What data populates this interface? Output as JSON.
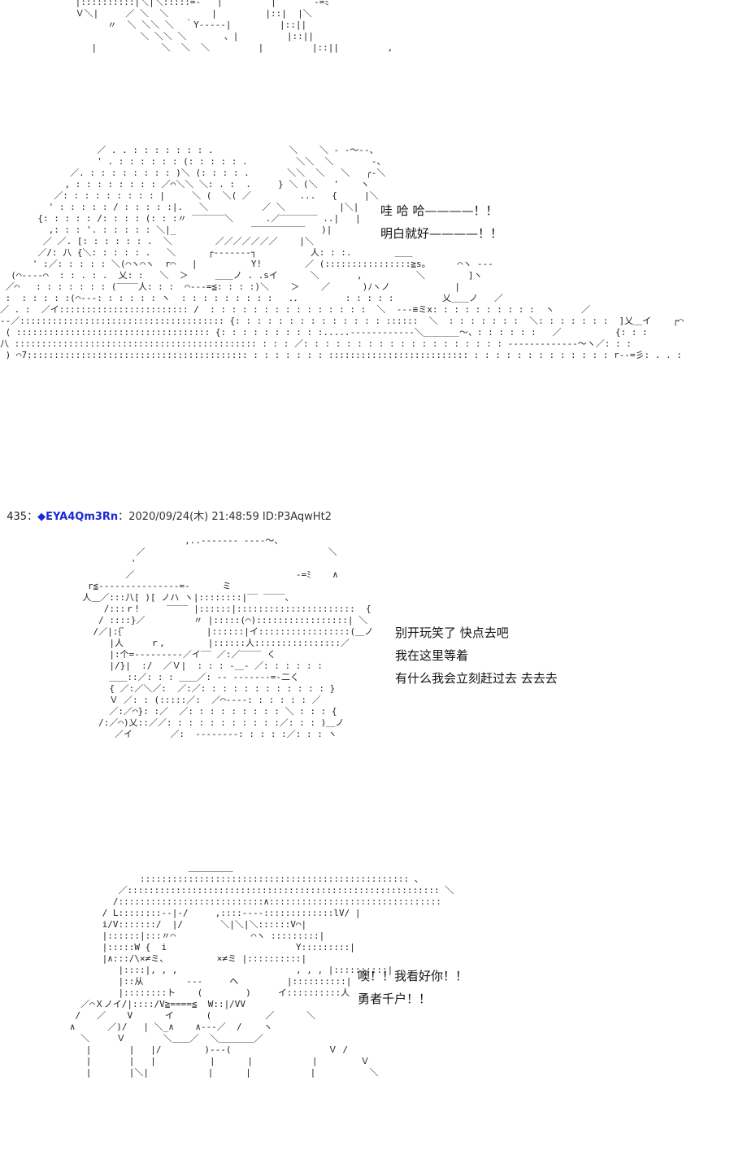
{
  "panels": [
    {
      "id": "top-fragment",
      "dialogue": []
    },
    {
      "id": "panel-1",
      "dialogue": [
        "哇 哈 哈————！！",
        "明白就好————！！"
      ]
    },
    {
      "id": "panel-2",
      "dialogue": [
        "别开玩笑了 快点去吧",
        "我在这里等着",
        "有什么我会立刻赶过去 去去去"
      ]
    },
    {
      "id": "panel-3",
      "dialogue": [
        "噢！！我看好你！！",
        "勇者千户！！"
      ]
    }
  ],
  "post": {
    "number": "435",
    "separator": "：",
    "author": "◆EYA4Qm3Rn",
    "author_separator": "：",
    "datetime": "2020/09/24(木) 21:48:59",
    "id": "ID:P3AqwHt2"
  },
  "colors": {
    "author": "#1a2ad6",
    "text": "#111111",
    "background": "#ffffff"
  }
}
